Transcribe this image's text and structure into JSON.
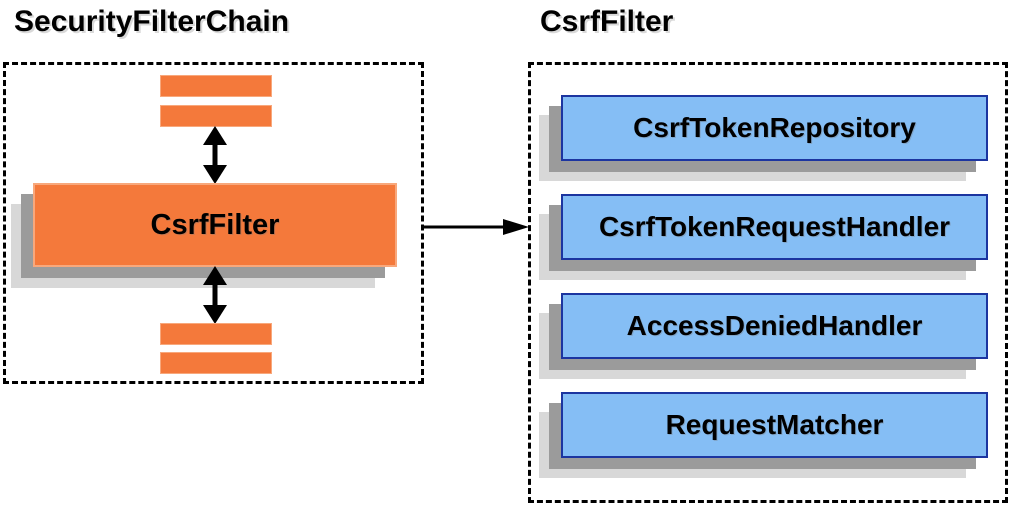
{
  "left_panel": {
    "title": "SecurityFilterChain",
    "filter_box_label": "CsrfFilter"
  },
  "right_panel": {
    "title": "CsrfFilter",
    "components": [
      "CsrfTokenRepository",
      "CsrfTokenRequestHandler",
      "AccessDeniedHandler",
      "RequestMatcher"
    ]
  },
  "icons": {
    "vertical_connector": "double-headed-arrow",
    "link": "right-arrow"
  },
  "colors": {
    "orange_fill": "#F4793B",
    "orange_border": "#F8A87C",
    "blue_fill": "#85BEF5",
    "blue_border": "#1C35A0",
    "shadow_dark": "#9B9B9B",
    "shadow_light": "#D8D8D8",
    "dashed_border": "#000000",
    "text": "#000000"
  }
}
